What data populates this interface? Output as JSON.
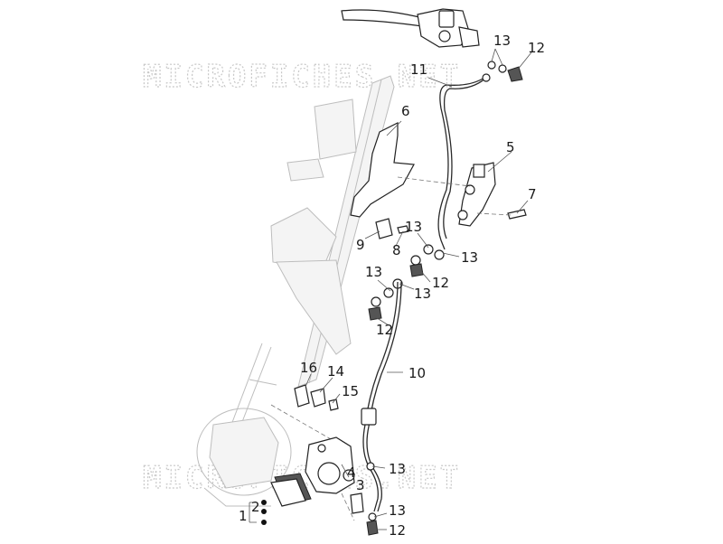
{
  "watermark": {
    "top": "MICROFICHES.NET",
    "bottom": "MICROFICHES.NET"
  },
  "callouts": {
    "c1": "1",
    "c2": "2",
    "c3": "3",
    "c4": "4",
    "c5": "5",
    "c6": "6",
    "c7": "7",
    "c8": "8",
    "c9": "9",
    "c10": "10",
    "c11": "11",
    "c12a": "12",
    "c12b": "12",
    "c12c": "12",
    "c12d": "12",
    "c13a": "13",
    "c13b": "13",
    "c13c": "13",
    "c13d": "13",
    "c13e": "13",
    "c13f": "13",
    "c13g": "13",
    "c14": "14",
    "c15": "15",
    "c16": "16"
  }
}
